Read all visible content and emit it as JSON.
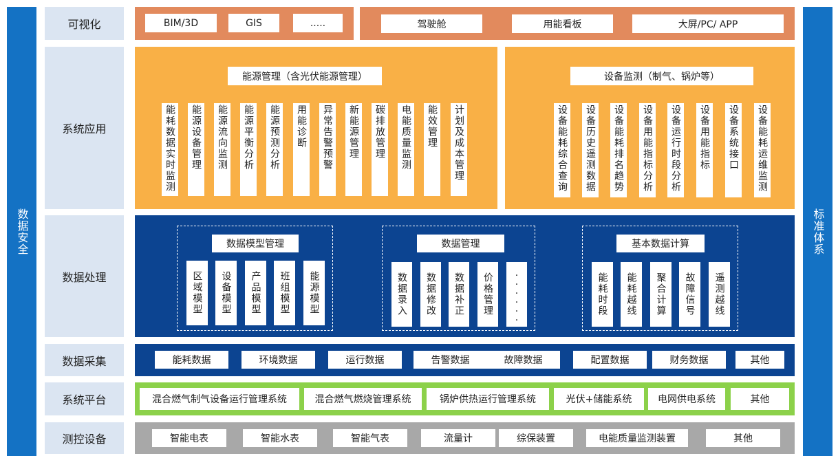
{
  "left_bar": "数据安全",
  "right_bar": "标准体系",
  "rows": {
    "visualization": {
      "label": "可视化",
      "left_items": [
        "BIM/3D",
        "GIS",
        "....."
      ],
      "right_items": [
        "驾驶舱",
        "用能看板",
        "大屏/PC/ APP"
      ]
    },
    "application": {
      "label": "系统应用",
      "energy": {
        "title": "能源管理（含光伏能源管理）",
        "items": [
          "能耗数据实时监测",
          "能源设备管理",
          "能源流向监测",
          "能源平衡分析",
          "能源预测分析",
          "用能诊断",
          "异常告警预警",
          "新能源管理",
          "碳排放管理",
          "电能质量监测",
          "能效管理",
          "计划及成本管理"
        ]
      },
      "equipment": {
        "title": "设备监测（制气、锅炉等）",
        "items": [
          "设备能耗综合查询",
          "设备历史遥测数据",
          "设备能耗排名趋势",
          "设备用能指标分析",
          "设备运行时段分析",
          "设备用能指标",
          "设备系统接口",
          "设备能耗运维监测"
        ]
      }
    },
    "processing": {
      "label": "数据处理",
      "groups": [
        {
          "title": "数据模型管理",
          "items": [
            "区域模型",
            "设备模型",
            "产品模型",
            "班组模型",
            "能源模型"
          ]
        },
        {
          "title": "数据管理",
          "items": [
            "数据录入",
            "数据修改",
            "数据补正",
            "价格管理",
            "......"
          ]
        },
        {
          "title": "基本数据计算",
          "items": [
            "能耗时段",
            "能耗越线",
            "聚合计算",
            "故障信号",
            "遥测越线"
          ]
        }
      ]
    },
    "collection": {
      "label": "数据采集",
      "items": [
        "能耗数据",
        "环境数据",
        "运行数据",
        "告警数据",
        "故障数据",
        "配置数据",
        "财务数据",
        "其他"
      ]
    },
    "platform": {
      "label": "系统平台",
      "items": [
        "混合燃气制气设备运行管理系统",
        "混合燃气燃烧管理系统",
        "锅炉供热运行管理系统",
        "光伏+储能系统",
        "电网供电系统",
        "其他"
      ]
    },
    "devices": {
      "label": "测控设备",
      "items": [
        "智能电表",
        "智能水表",
        "智能气表",
        "流量计",
        "综保装置",
        "电能质量监测装置",
        "其他"
      ]
    }
  }
}
